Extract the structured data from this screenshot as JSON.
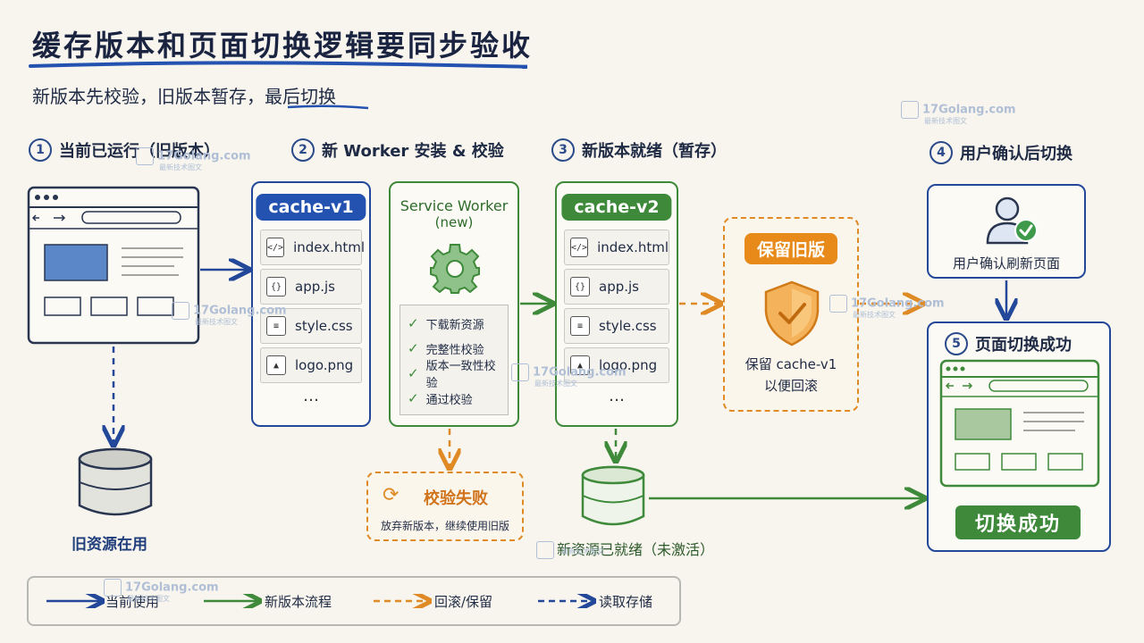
{
  "title": "缓存版本和页面切换逻辑要同步验收",
  "subtitle": "新版本先校验，旧版本暂存，最后切换",
  "steps": [
    {
      "num": "1",
      "label": "当前已运行（旧版本）"
    },
    {
      "num": "2",
      "label": "新 Worker 安装 & 校验"
    },
    {
      "num": "3",
      "label": "新版本就绪（暂存）"
    },
    {
      "num": "4",
      "label": "用户确认后切换"
    },
    {
      "num": "5",
      "label": "页面切换成功"
    }
  ],
  "old_storage_label": "旧资源在用",
  "cache_v1": {
    "name": "cache-v1",
    "files": [
      {
        "icon": "</>",
        "name": "index.html"
      },
      {
        "icon": "{}",
        "name": "app.js"
      },
      {
        "icon": "≡",
        "name": "style.css"
      },
      {
        "icon": "▲",
        "name": "logo.png"
      }
    ],
    "more": "…"
  },
  "service_worker": {
    "title": "Service Worker",
    "subtitle": "(new)",
    "checks": [
      "下载新资源",
      "完整性校验",
      "版本一致性校验",
      "通过校验"
    ]
  },
  "cache_v2": {
    "name": "cache-v2",
    "files": [
      {
        "icon": "</>",
        "name": "index.html"
      },
      {
        "icon": "{}",
        "name": "app.js"
      },
      {
        "icon": "≡",
        "name": "style.css"
      },
      {
        "icon": "▲",
        "name": "logo.png"
      }
    ],
    "more": "…"
  },
  "keep_old": {
    "badge": "保留旧版",
    "line1": "保留 cache-v1",
    "line2": "以便回滚"
  },
  "fail": {
    "title": "校验失败",
    "desc": "放弃新版本，继续使用旧版"
  },
  "new_storage_label": "新资源已就绪（未激活）",
  "confirm_label": "用户确认刷新页面",
  "success_badge": "切换成功",
  "legend": [
    {
      "label": "当前使用",
      "color": "#23489a",
      "dashed": false
    },
    {
      "label": "新版本流程",
      "color": "#3e8a3a",
      "dashed": false
    },
    {
      "label": "回滚/保留",
      "color": "#e08a26",
      "dashed": true
    },
    {
      "label": "读取存储",
      "color": "#23489a",
      "dashed": true
    }
  ],
  "watermark": {
    "name": "17Golang.com",
    "sub": "最新技术图文"
  },
  "colors": {
    "blue": "#23489a",
    "green": "#3e8a3a",
    "orange": "#e08a26"
  }
}
